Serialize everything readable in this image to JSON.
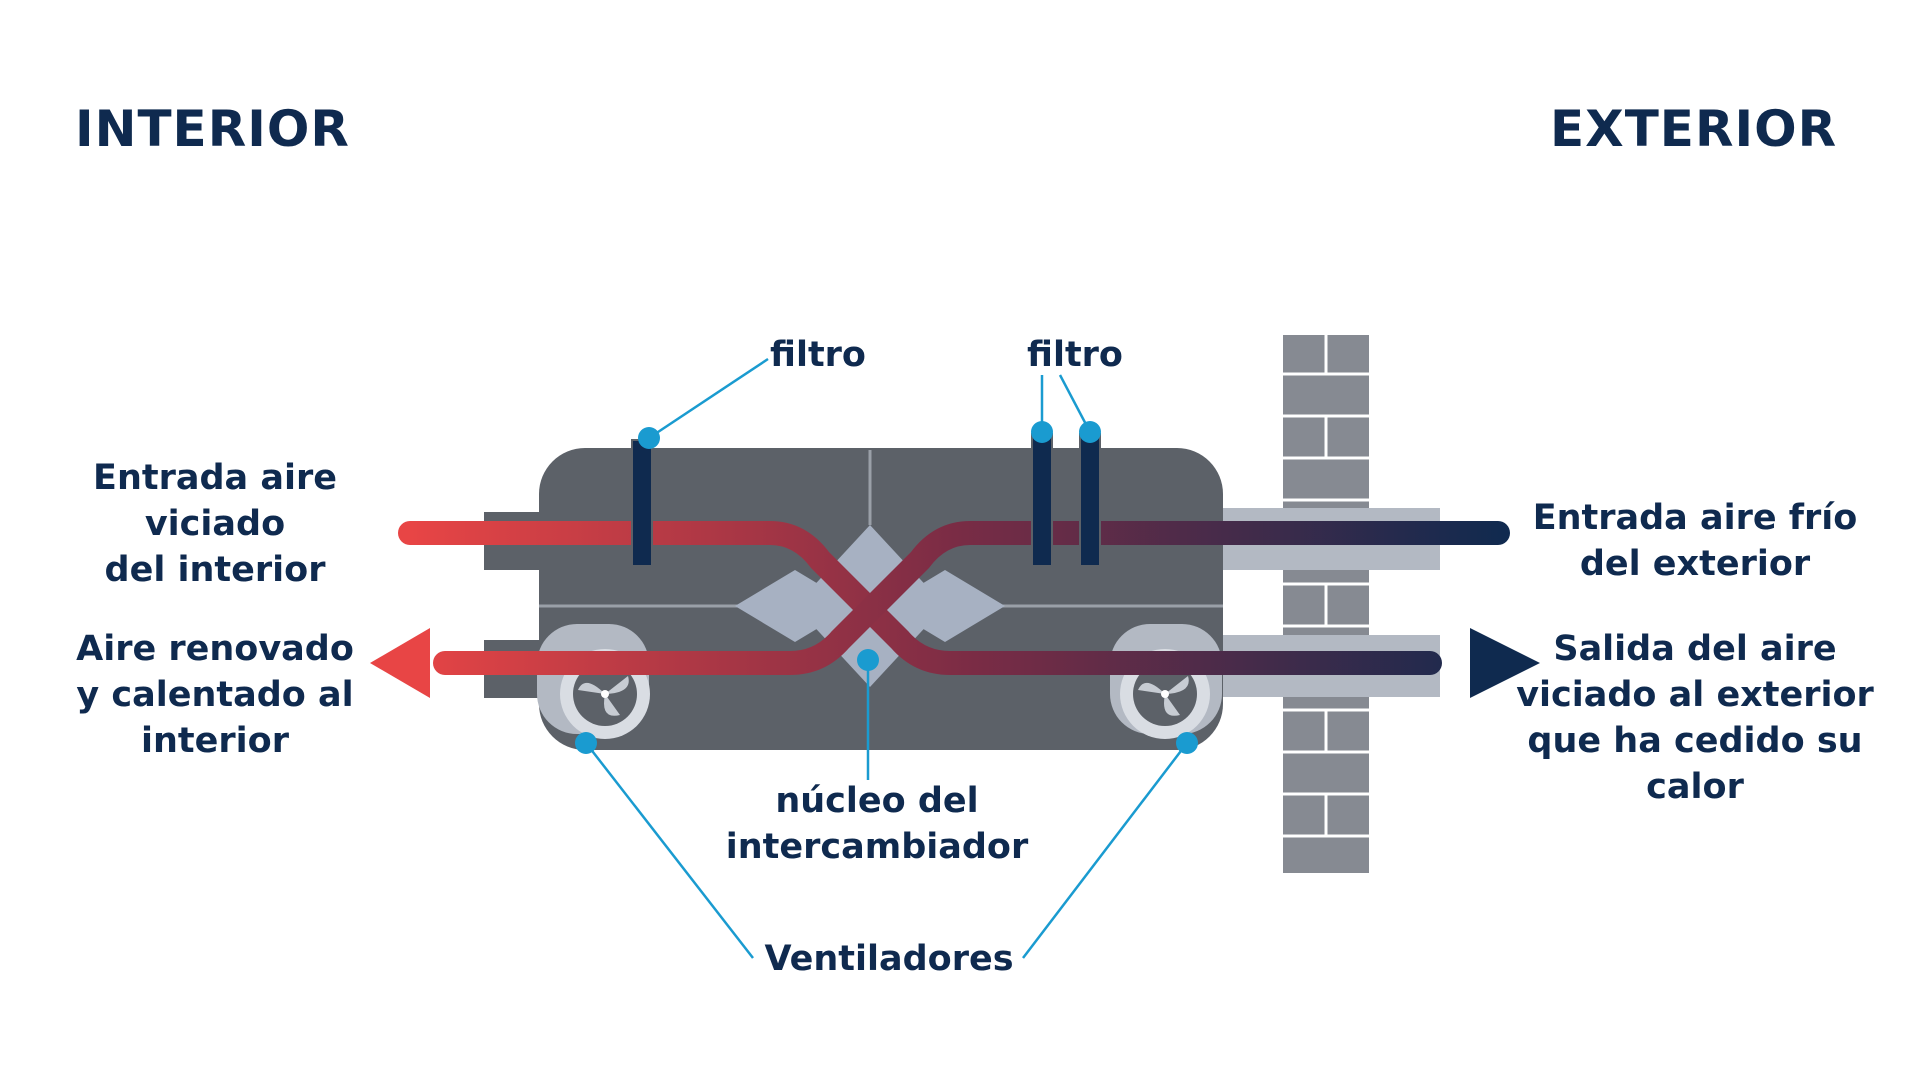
{
  "headings": {
    "interior": "INTERIOR",
    "exterior": "EXTERIOR"
  },
  "labels": {
    "filter_left": "filtro",
    "filter_right": "filtro",
    "inlet_stale": [
      "Entrada aire",
      "viciado",
      "del interior"
    ],
    "outlet_fresh": [
      "Aire renovado",
      "y calentado al",
      "interior"
    ],
    "inlet_cold": [
      "Entrada aire frío",
      "del exterior"
    ],
    "outlet_stale": [
      "Salida del aire",
      "viciado al exterior",
      "que ha cedido su",
      "calor"
    ],
    "core": [
      "núcleo del",
      "intercambiador"
    ],
    "fans": "Ventiladores"
  },
  "colors": {
    "warm": "#e84545",
    "cold": "#0f2a4f",
    "unit": "#5c6168",
    "wall": "#868a92",
    "callout": "#1a9bd0",
    "duct": "#b3b9c3"
  }
}
